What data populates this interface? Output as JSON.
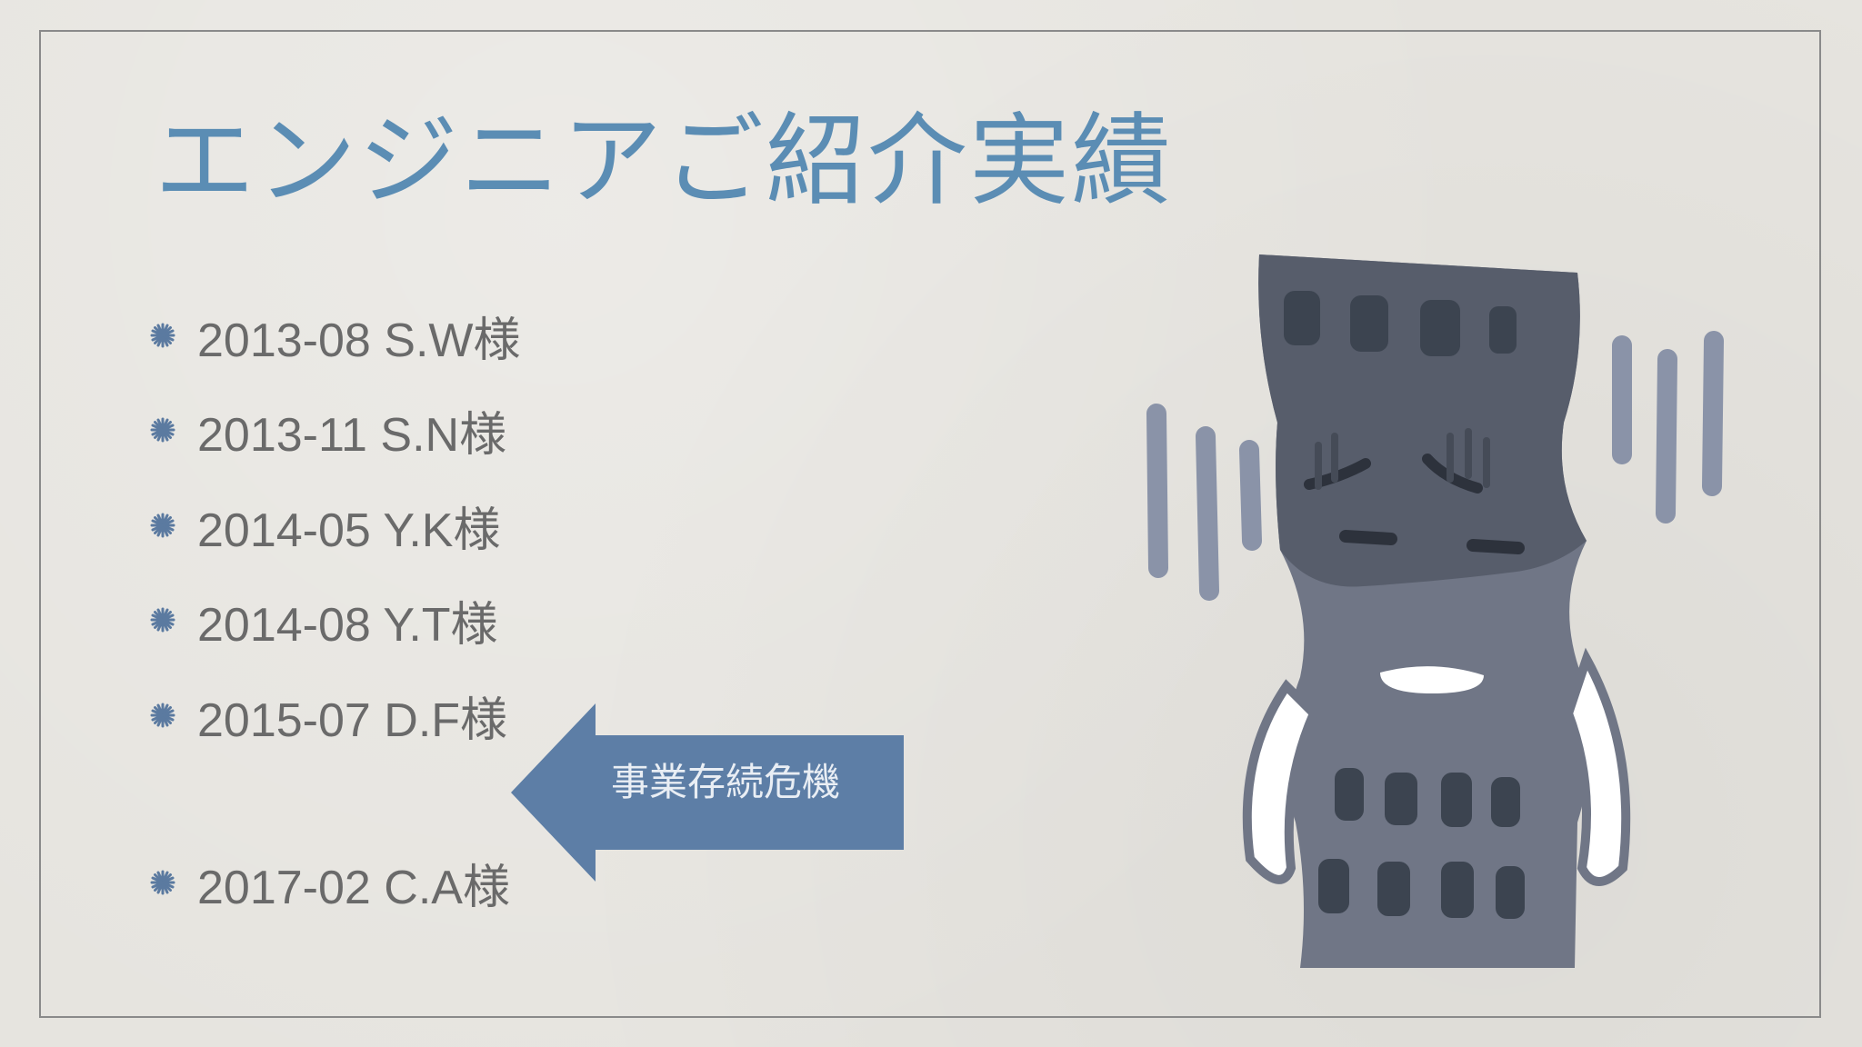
{
  "slide": {
    "title": "エンジニアご紹介実績",
    "bullets": [
      "2013-08 S.W様",
      "2013-11 S.N様",
      "2014-05 Y.K様",
      "2014-08 Y.T様",
      "2015-07 D.F様",
      "2017-02 C.A様"
    ],
    "callout": "事業存続危機"
  },
  "colors": {
    "title": "#5b8db4",
    "bullet_text": "#6a6a6a",
    "arrow_fill": "#5d7ea6",
    "building": "#6c7281",
    "building_dark": "#525866",
    "window": "#3c4450"
  },
  "icons": {
    "bullet": "asterisk-burst-icon",
    "illustration": "shaking-building-icon"
  }
}
